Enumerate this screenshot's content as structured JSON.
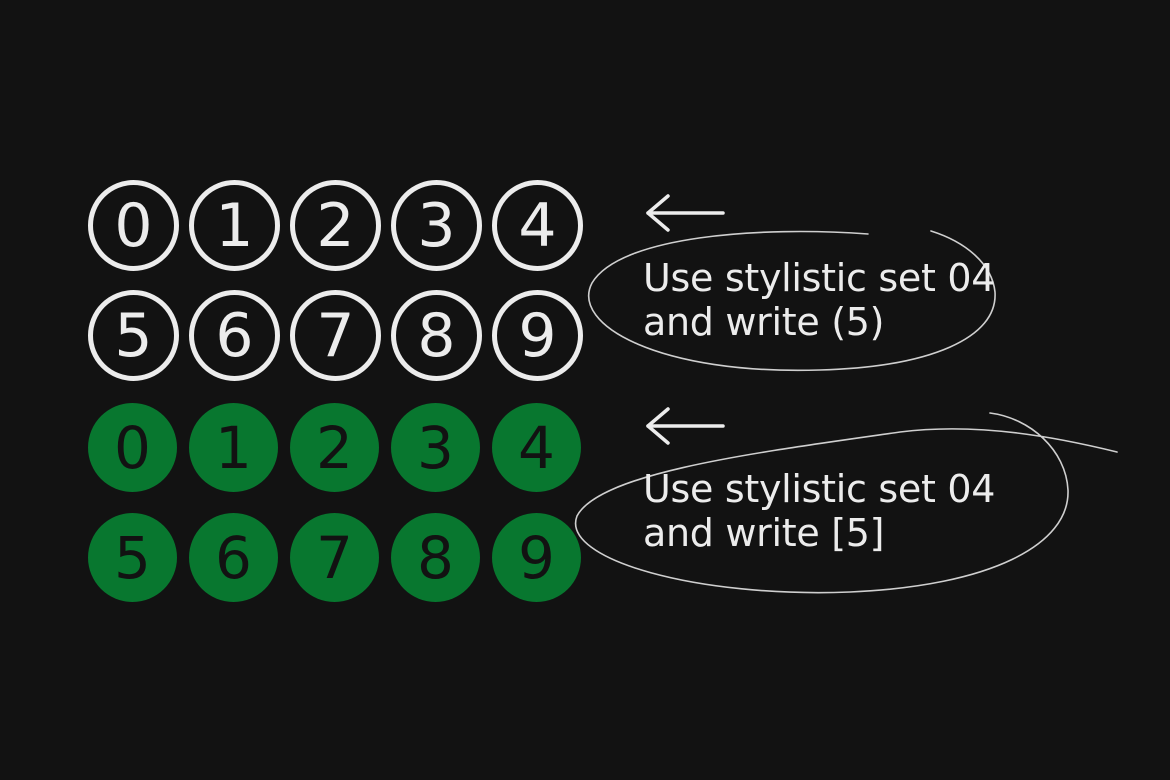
{
  "colors": {
    "background": "#121212",
    "foreground": "#ececec",
    "accent": "#08772f"
  },
  "outline_digits": [
    "0",
    "1",
    "2",
    "3",
    "4",
    "5",
    "6",
    "7",
    "8",
    "9"
  ],
  "filled_digits": [
    "0",
    "1",
    "2",
    "3",
    "4",
    "5",
    "6",
    "7",
    "8",
    "9"
  ],
  "notes": [
    {
      "line1": "Use stylistic set 04",
      "line2": "and write (5)",
      "icon": "arrow-left-icon"
    },
    {
      "line1": "Use stylistic set 04",
      "line2": "and write [5]",
      "icon": "arrow-left-icon"
    }
  ]
}
